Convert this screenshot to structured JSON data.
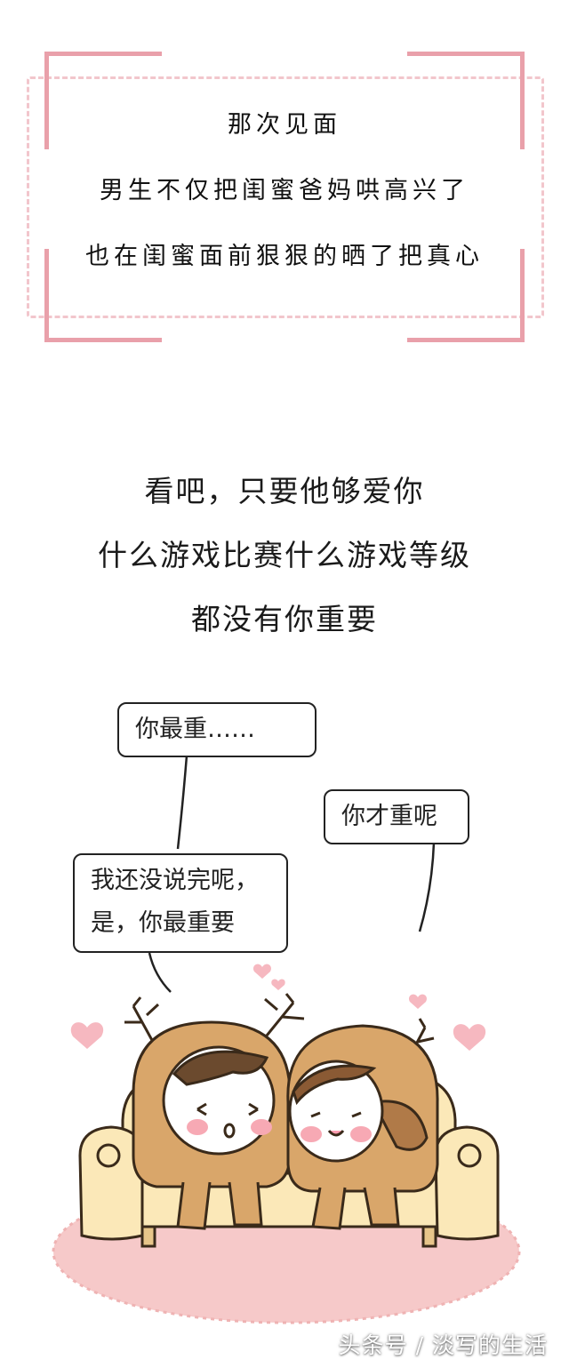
{
  "intro_box": {
    "lines": [
      "那次见面",
      "男生不仅把闺蜜爸妈哄高兴了",
      "也在闺蜜面前狠狠的晒了把真心"
    ],
    "frame_color": "#e9a0aa",
    "dashed_color": "#f2c6cc"
  },
  "statement": {
    "lines": [
      "看吧，只要他够爱你",
      "什么游戏比赛什么游戏等级",
      "都没有你重要"
    ]
  },
  "comic": {
    "bubble_1": "你最重……",
    "bubble_2": "你才重呢",
    "bubble_3_line_1": "我还没说完呢，",
    "bubble_3_line_2": "是，你最重要",
    "illustration": "reindeer-couple-on-sofa",
    "colors": {
      "costume": "#d9a66a",
      "sofa": "#fbe8b8",
      "rug": "#f6c9c9",
      "heart": "#f6b8c0"
    }
  },
  "watermark": "头条号 / 淡写的生活"
}
